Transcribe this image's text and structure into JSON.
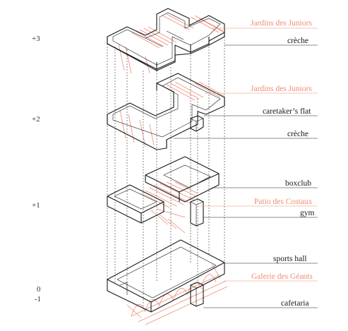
{
  "levels": [
    "+3",
    "+2",
    "+1",
    "0",
    "-1"
  ],
  "labels": {
    "jardins_top": "Jardins des Juniors",
    "creche_top": "crèche",
    "jardins_mid": "Jardins des Juniors",
    "caretaker": "caretaker’s flat",
    "creche_mid": "crèche",
    "boxclub": "boxclub",
    "patio": "Patio des Costaux",
    "gym": "gym",
    "sports_hall": "sports hall",
    "galerie": "Galerie des Géants",
    "cafetaria": "cafetaria"
  },
  "colors": {
    "ink": "#1a1a1a",
    "accent": "#ee8d75"
  }
}
